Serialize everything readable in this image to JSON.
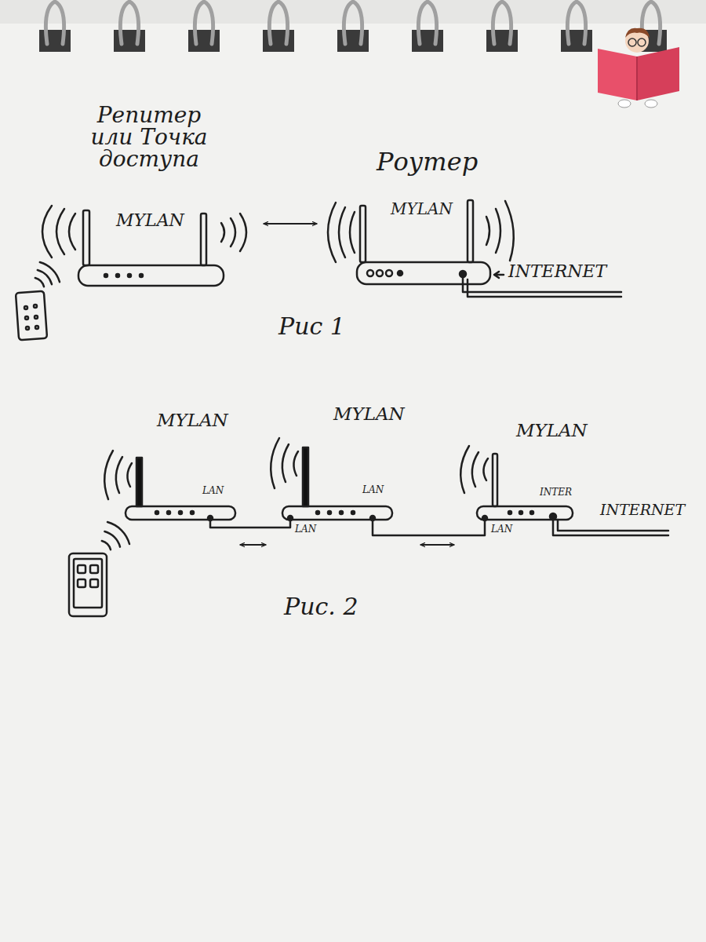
{
  "diagram": {
    "nodes": [
      {
        "text": [
          "Репитер или Точка доступа",
          "MYLAN"
        ]
      },
      {
        "text": [
          "Роутер",
          "MYLAN"
        ]
      },
      {
        "text": [
          "MYLAN",
          "LAN"
        ]
      },
      {
        "text": [
          "MYLAN",
          "LAN",
          "LAN"
        ]
      },
      {
        "text": [
          "MYLAN",
          "LAN",
          "INTER"
        ]
      }
    ],
    "edges": [
      {
        "from": 0,
        "to": 1,
        "arrow": "both"
      },
      {
        "from": 2,
        "to": 3,
        "arrow": "both"
      },
      {
        "from": 3,
        "to": 4,
        "arrow": "both"
      }
    ],
    "labels": [
      "INTERNET",
      "Рис 1",
      "INTERNET",
      "Рис. 2"
    ]
  }
}
